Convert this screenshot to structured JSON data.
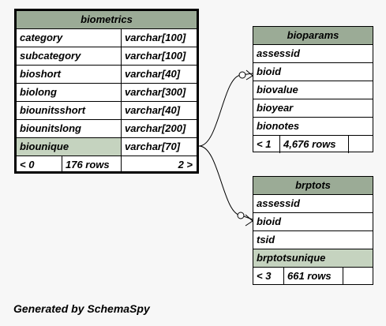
{
  "tables": {
    "biometrics": {
      "name": "biometrics",
      "columns": [
        {
          "name": "category",
          "type": "varchar[100]"
        },
        {
          "name": "subcategory",
          "type": "varchar[100]"
        },
        {
          "name": "bioshort",
          "type": "varchar[40]"
        },
        {
          "name": "biolong",
          "type": "varchar[300]"
        },
        {
          "name": "biounitsshort",
          "type": "varchar[40]"
        },
        {
          "name": "biounitslong",
          "type": "varchar[200]"
        },
        {
          "name": "biounique",
          "type": "varchar[70]"
        }
      ],
      "footer": {
        "parents": "< 0",
        "rows": "176 rows",
        "children": "2 >"
      }
    },
    "bioparams": {
      "name": "bioparams",
      "columns": [
        "assessid",
        "bioid",
        "biovalue",
        "bioyear",
        "bionotes"
      ],
      "footer": {
        "parents": "< 1",
        "rows": "4,676 rows"
      }
    },
    "brptots": {
      "name": "brptots",
      "columns": [
        "assessid",
        "bioid",
        "tsid",
        "brptotsunique"
      ],
      "footer": {
        "parents": "< 3",
        "rows": "661 rows"
      }
    }
  },
  "caption": "Generated by SchemaSpy",
  "colors": {
    "header": "#9bab96",
    "highlight": "#c5d3bf",
    "background": "#f7f7f7",
    "line": "#000000"
  }
}
